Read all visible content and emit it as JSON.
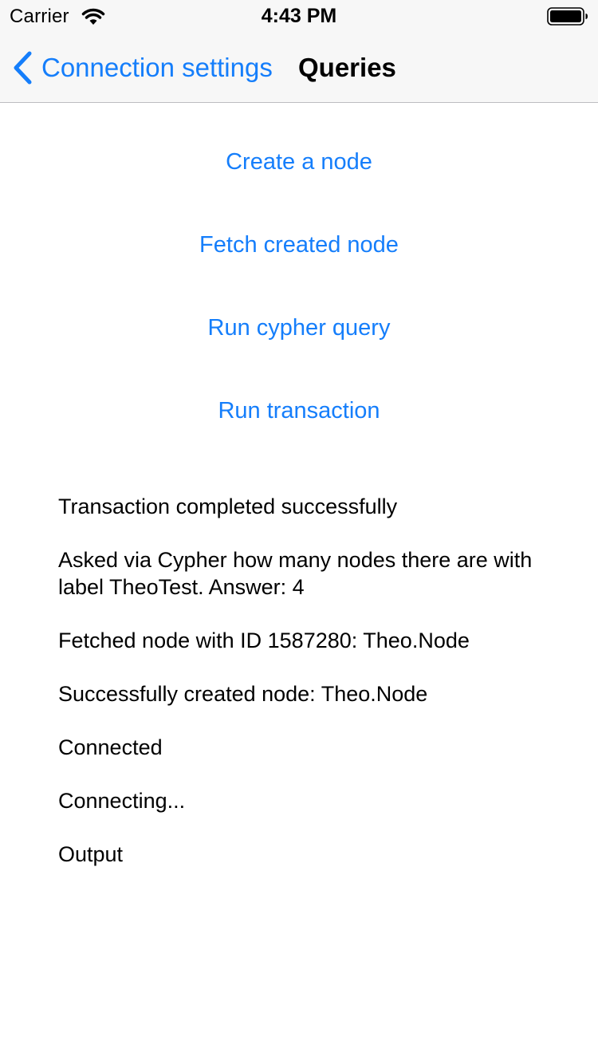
{
  "status_bar": {
    "carrier": "Carrier",
    "time": "4:43 PM",
    "wifi_icon": "wifi-icon",
    "battery_icon": "battery-icon"
  },
  "nav": {
    "back_label": "Connection settings",
    "back_icon": "chevron-left-icon",
    "title": "Queries",
    "accent_color": "#157efb"
  },
  "actions": [
    {
      "label": "Create a node"
    },
    {
      "label": "Fetch created node"
    },
    {
      "label": "Run cypher query"
    },
    {
      "label": "Run transaction"
    }
  ],
  "output": [
    "Transaction completed successfully",
    "Asked via Cypher how many nodes there are with label TheoTest. Answer: 4",
    "Fetched node with ID 1587280: Theo.Node",
    "Successfully created node: Theo.Node",
    "Connected",
    "Connecting...",
    "Output"
  ]
}
